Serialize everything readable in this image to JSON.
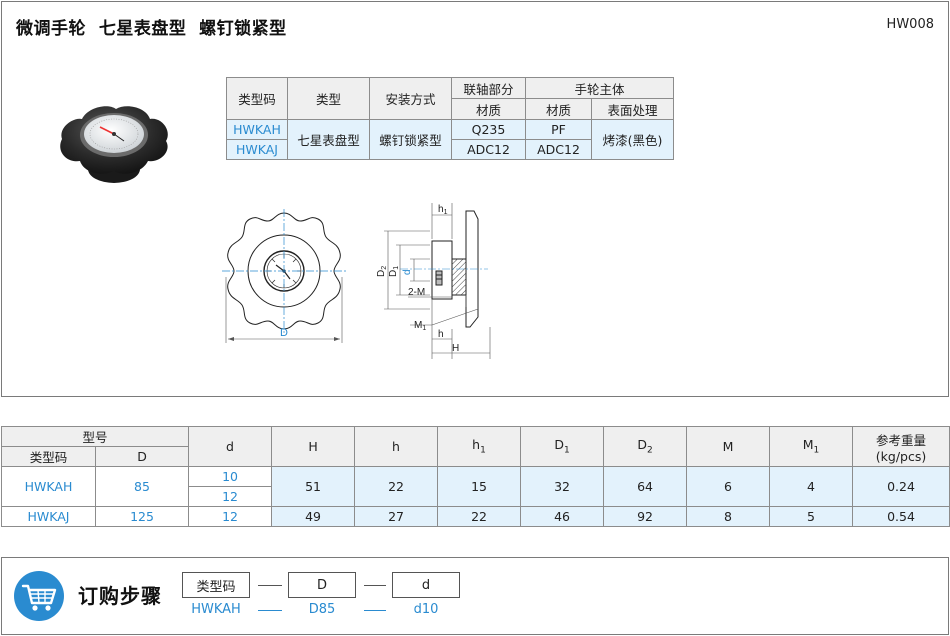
{
  "header": {
    "title": "微调手轮  七星表盘型  螺钉锁紧型",
    "code": "HW008"
  },
  "spec_table": {
    "headers": {
      "type_code": "类型码",
      "type": "类型",
      "install": "安装方式",
      "shaft_part": "联轴部分",
      "wheel_body": "手轮主体",
      "material": "材质",
      "wheel_material": "材质",
      "surface": "表面处理"
    },
    "rows": [
      {
        "code": "HWKAH",
        "shaft_material": "Q235",
        "wheel_material": "PF"
      },
      {
        "code": "HWKAJ",
        "shaft_material": "ADC12",
        "wheel_material": "ADC12"
      }
    ],
    "type_value": "七星表盘型",
    "install_value": "螺钉锁紧型",
    "surface_value": "烤漆(黑色)"
  },
  "drawing": {
    "front_dim": "D",
    "side_dims": {
      "h1": "h",
      "h1_sub": "1",
      "D2": "D",
      "D2_sub": "2",
      "D1": "D",
      "D1_sub": "1",
      "d": "d",
      "m": "2-M",
      "M1": "M",
      "M1_sub": "1",
      "h": "h",
      "H": "H"
    }
  },
  "size_table": {
    "headers": {
      "model": "型号",
      "type_code": "类型码",
      "D": "D",
      "d": "d",
      "H": "H",
      "h": "h",
      "h1": "h",
      "h1_sub": "1",
      "D1": "D",
      "D1_sub": "1",
      "D2": "D",
      "D2_sub": "2",
      "M": "M",
      "M1": "M",
      "M1_sub": "1",
      "weight": "参考重量",
      "weight_unit": "(kg/pcs)"
    },
    "rows": [
      {
        "code": "HWKAH",
        "D": "85",
        "d": [
          "10",
          "12"
        ],
        "H": "51",
        "h": "22",
        "h1": "15",
        "D1": "32",
        "D2": "64",
        "M": "6",
        "M1": "4",
        "weight": "0.24"
      },
      {
        "code": "HWKAJ",
        "D": "125",
        "d": [
          "12"
        ],
        "H": "49",
        "h": "27",
        "h1": "22",
        "D1": "46",
        "D2": "92",
        "M": "8",
        "M1": "5",
        "weight": "0.54"
      }
    ]
  },
  "order": {
    "title": "订购步骤",
    "boxes": [
      "类型码",
      "D",
      "d"
    ],
    "values": [
      "HWKAH",
      "D85",
      "d10"
    ],
    "icon": "cart-icon"
  },
  "colors": {
    "accent": "#2a8bd0",
    "tint": "#e3f2fc",
    "header_bg": "#efefef"
  }
}
